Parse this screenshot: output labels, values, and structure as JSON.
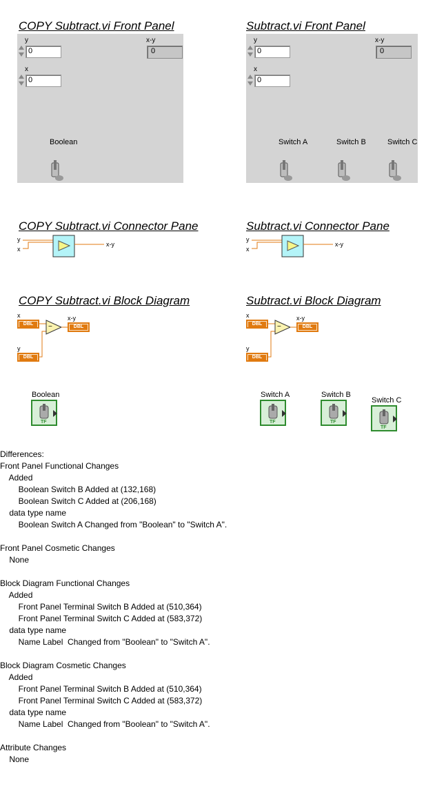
{
  "left": {
    "front_panel_title": "COPY  Subtract.vi Front Panel",
    "connector_title": "COPY  Subtract.vi Connector Pane",
    "block_title": "COPY  Subtract.vi Block Diagram",
    "controls": {
      "y_label": "y",
      "y_value": "0",
      "x_label": "x",
      "x_value": "0",
      "xy_label": "x-y",
      "xy_value": "0"
    },
    "switches": [
      "Boolean"
    ],
    "connector": {
      "in_top": "y",
      "in_bottom": "x",
      "out": "x-y"
    },
    "block": {
      "x_label": "x",
      "y_label": "y",
      "xy_label": "x-y",
      "dbl": "DBL",
      "op": "−",
      "bool_label": "Boolean",
      "tf": "TF"
    }
  },
  "right": {
    "front_panel_title": "Subtract.vi Front Panel",
    "connector_title": "Subtract.vi Connector Pane",
    "block_title": "Subtract.vi Block Diagram",
    "controls": {
      "y_label": "y",
      "y_value": "0",
      "x_label": "x",
      "x_value": "0",
      "xy_label": "x-y",
      "xy_value": "0"
    },
    "switches": [
      "Switch A",
      "Switch B",
      "Switch C"
    ],
    "connector": {
      "in_top": "y",
      "in_bottom": "x",
      "out": "x-y"
    },
    "block": {
      "x_label": "x",
      "y_label": "y",
      "xy_label": "x-y",
      "dbl": "DBL",
      "op": "−",
      "sw_a": "Switch A",
      "sw_b": "Switch B",
      "sw_c": "Switch C",
      "tf": "TF"
    }
  },
  "differences": [
    "Differences:",
    "Front Panel Functional Changes",
    "    Added",
    "        Boolean Switch B Added at (132,168)",
    "        Boolean Switch C Added at (206,168)",
    "    data type name",
    "        Boolean Switch A Changed from \"Boolean\" to \"Switch A\".",
    "",
    "Front Panel Cosmetic Changes",
    "    None",
    "",
    "Block Diagram Functional Changes",
    "    Added",
    "        Front Panel Terminal Switch B Added at (510,364)",
    "        Front Panel Terminal Switch C Added at (583,372)",
    "    data type name",
    "        Name Label  Changed from \"Boolean\" to \"Switch A\".",
    "",
    "Block Diagram Cosmetic Changes",
    "    Added",
    "        Front Panel Terminal Switch B Added at (510,364)",
    "        Front Panel Terminal Switch C Added at (583,372)",
    "    data type name",
    "        Name Label  Changed from \"Boolean\" to \"Switch A\".",
    "",
    "Attribute Changes",
    "    None"
  ]
}
